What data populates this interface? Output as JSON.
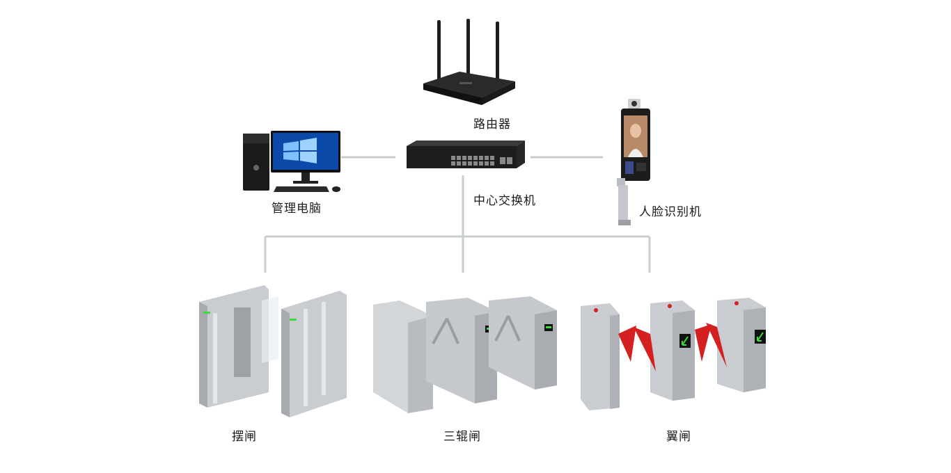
{
  "diagram": {
    "nodes": {
      "router": "路由器",
      "switch": "中心交换机",
      "pc": "管理电脑",
      "face": "人脸识别机",
      "swing": "摆闸",
      "tripod": "三辊闸",
      "flap": "翼闸"
    },
    "colors": {
      "line": "#c8cdd0",
      "flap_wing": "#d42020",
      "steel": "#c9ccd0",
      "device_dark": "#1e1e1e"
    }
  }
}
